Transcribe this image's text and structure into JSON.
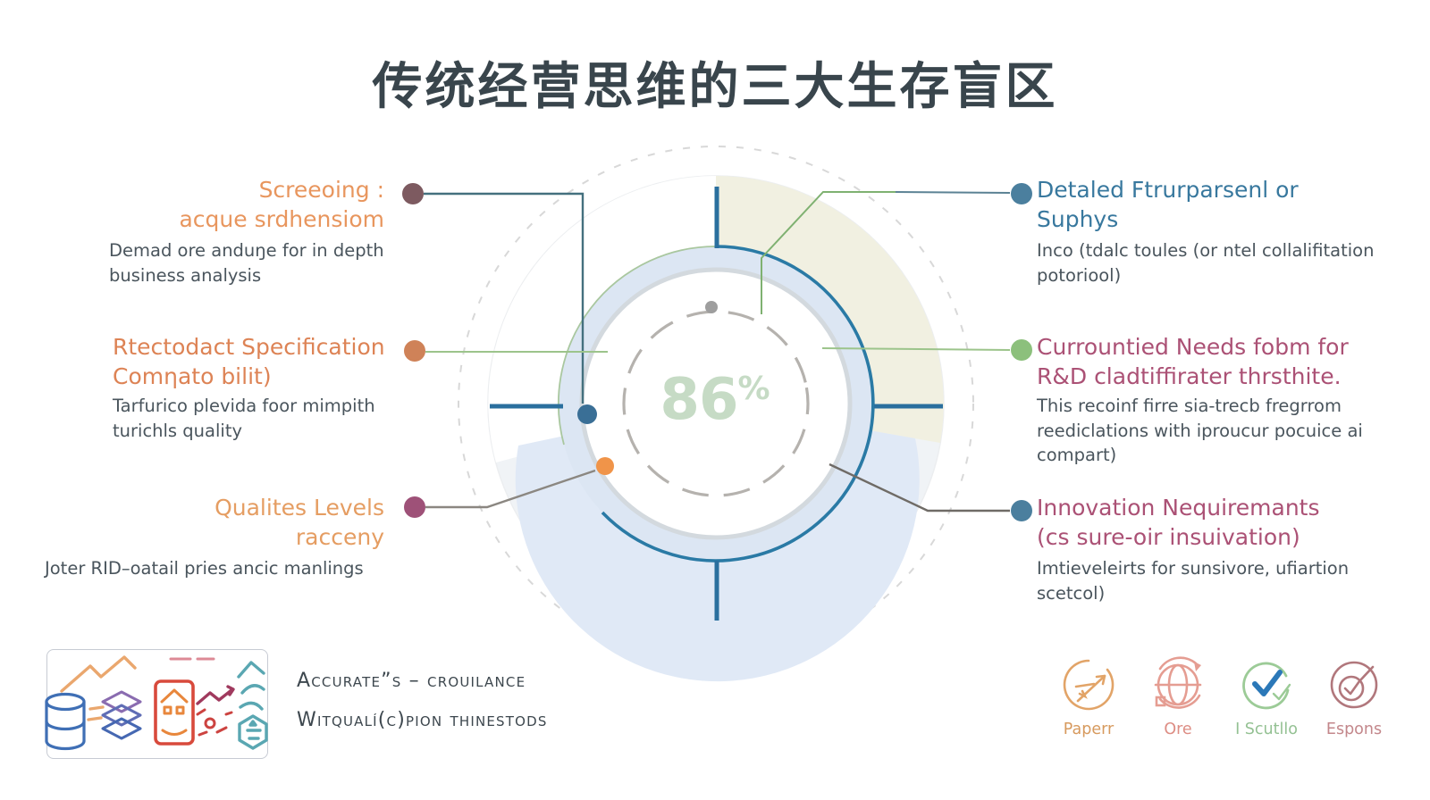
{
  "title": "传统经营思维的三大生存盲区",
  "gauge": {
    "value": "86",
    "unit": "%"
  },
  "callouts": {
    "left": [
      {
        "heading_lines": [
          "Screeoing :",
          "acque srdhensiom"
        ],
        "body": "Demad ore anduŋe for in depth business analysis",
        "heading_color": "#e8965e",
        "dot_color": "#7d5a60"
      },
      {
        "heading_lines": [
          "Rtectodact Specification",
          "Comηato bilit)"
        ],
        "body": "Tarfurico plevida foor mimpith turichls quality",
        "heading_color": "#dd8355",
        "dot_color": "#cf8258"
      },
      {
        "heading_lines": [
          "Qualites Levels",
          "racceny"
        ],
        "body": "Joter RID–oatail pries ancic manlings",
        "heading_color": "#e59d62",
        "dot_color": "#9e5178"
      }
    ],
    "right": [
      {
        "heading_lines": [
          "Detaled Ftrurparsenl or",
          "Suphys"
        ],
        "body": "Inco (tdalc toules (or ntel collalifitation potoriool)",
        "heading_color": "#38789e",
        "dot_color": "#4b7f9e"
      },
      {
        "heading_lines": [
          "Currountied Needs fobm for",
          "R&D cladtiffirater thrsthite."
        ],
        "body": "This recoinf firre sia-trecb fregrrom reediclations with iproucur pocuice ai compart)",
        "heading_color": "#ab5175",
        "dot_color": "#8cc07c"
      },
      {
        "heading_lines": [
          "Innovation Nequiremants",
          "(cs sure-oir insuivation)"
        ],
        "body": "Imtieveleirts for sunsivore, ufiartion scetcol)",
        "heading_color": "#a65577",
        "dot_color": "#4b7f9e"
      }
    ]
  },
  "footer": {
    "caption_lines": [
      "Accurate”s – crouilance",
      "Witqualí(c)pion thinestods"
    ],
    "legend": [
      {
        "label": "Paperr",
        "icon": "pencil-arrow-circle-icon",
        "color": "#d79a5e"
      },
      {
        "label": "Ore",
        "icon": "globe-refresh-icon",
        "color": "#dd8d84"
      },
      {
        "label": "I Scutllo",
        "icon": "check-circle-icon",
        "color": "#94c193"
      },
      {
        "label": "Espons",
        "icon": "verified-circle-icon",
        "color": "#c3878b"
      }
    ]
  },
  "colors": {
    "gauge_arc": "#2a7aa5",
    "gauge_value": "#c6dbc5",
    "ring_band": "#dce6f3",
    "sector_beige": "#f1f0e1",
    "sector_blue": "#e0e9f6",
    "green_line": "#9cc48b",
    "gray_line": "#8b8781",
    "teal_line": "#44707e"
  }
}
